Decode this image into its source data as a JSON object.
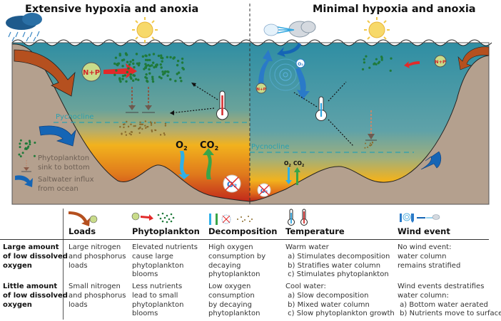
{
  "titles": {
    "left": "Extensive hypoxia and anoxia",
    "right": "Minimal hypoxia and anoxia"
  },
  "diagram": {
    "nutrients_label": "N+P",
    "pycnocline_label": "Pycnocline",
    "o2_label": "O",
    "co2_label": "CO",
    "subscript_2": "2",
    "legend_phyto_sink": [
      "Phytoplankton",
      "sink to bottom"
    ],
    "legend_saltwater": [
      "Saltwater influx",
      "from ocean"
    ],
    "colors": {
      "surface_water": "#2f8ea3",
      "mid_water": "#84a689",
      "low_oxygen": "#f2b21d",
      "anoxic": "#c0251b",
      "land": "#b4a08e",
      "inflow": "#1565b5"
    }
  },
  "table": {
    "headers": [
      "Loads",
      "Phytoplankton",
      "Decomposition",
      "Temperature",
      "Wind event"
    ],
    "rows": [
      {
        "label": "Large amount\nof low dissolved\noxygen",
        "cells": [
          "Large nitrogen\nand phosphorus\nloads",
          "Elevated nutrients\ncause large\nphytoplankton\nblooms",
          "High oxygen\nconsumption by\ndecaying\nphytoplankton",
          "Warm water\n a) Stimulates decomposition\n b) Stratifies water column\n c) Stimulates phytoplankton",
          "No wind event:\nwater column\nremains stratified"
        ]
      },
      {
        "label": "Little amount\nof low dissolved\noxygen",
        "cells": [
          "Small nitrogen\nand phosphorus\nloads",
          "Less nutrients\nlead to small\nphytoplankton\nblooms",
          "Low oxygen\nconsumption\nby decaying\nphytoplankton",
          "Cool water:\n a) Slow decomposition\n b) Mixed water column\n c) Slow phytoplankton growth",
          "Wind events destratifies\nwater column:\n a) Bottom water aerated\n b) Nutrients move to surface"
        ]
      }
    ]
  }
}
